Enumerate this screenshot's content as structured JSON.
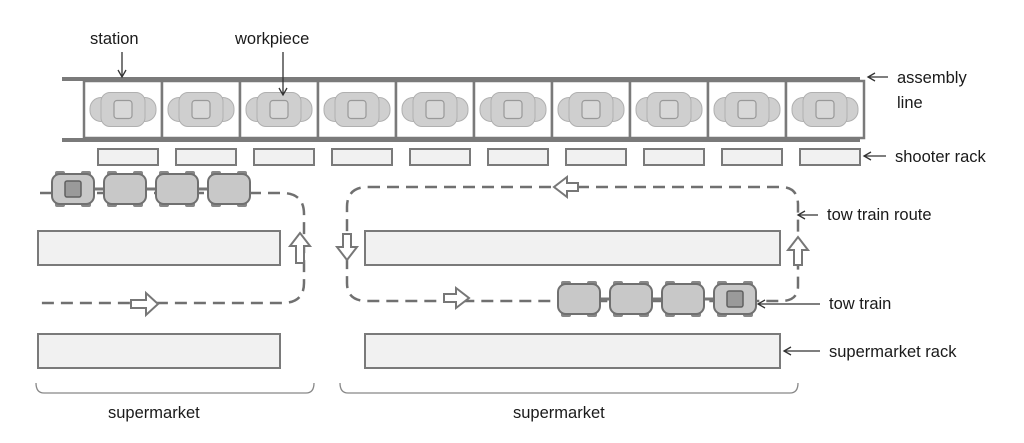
{
  "labels": {
    "station": "station",
    "workpiece": "workpiece",
    "assembly_line_1": "assembly",
    "assembly_line_2": "line",
    "shooter_rack": "shooter rack",
    "tow_train_route": "tow train route",
    "tow_train": "tow train",
    "supermarket_rack": "supermarket rack",
    "supermarket_left": "supermarket",
    "supermarket_right": "supermarket"
  },
  "counts": {
    "stations": 10,
    "shooter_racks": 10,
    "tow_train_wagons": 4
  },
  "colors": {
    "line": "#7a7a7a",
    "station_fill": "#ffffff",
    "workpiece_fill": "#cfcfcf",
    "rack_fill": "#f1f1f1",
    "wagon_fill": "#c8c8c8",
    "loaded_wagon_fill": "#9a9a9a",
    "route": "#707070",
    "text": "#1a1a1a"
  }
}
